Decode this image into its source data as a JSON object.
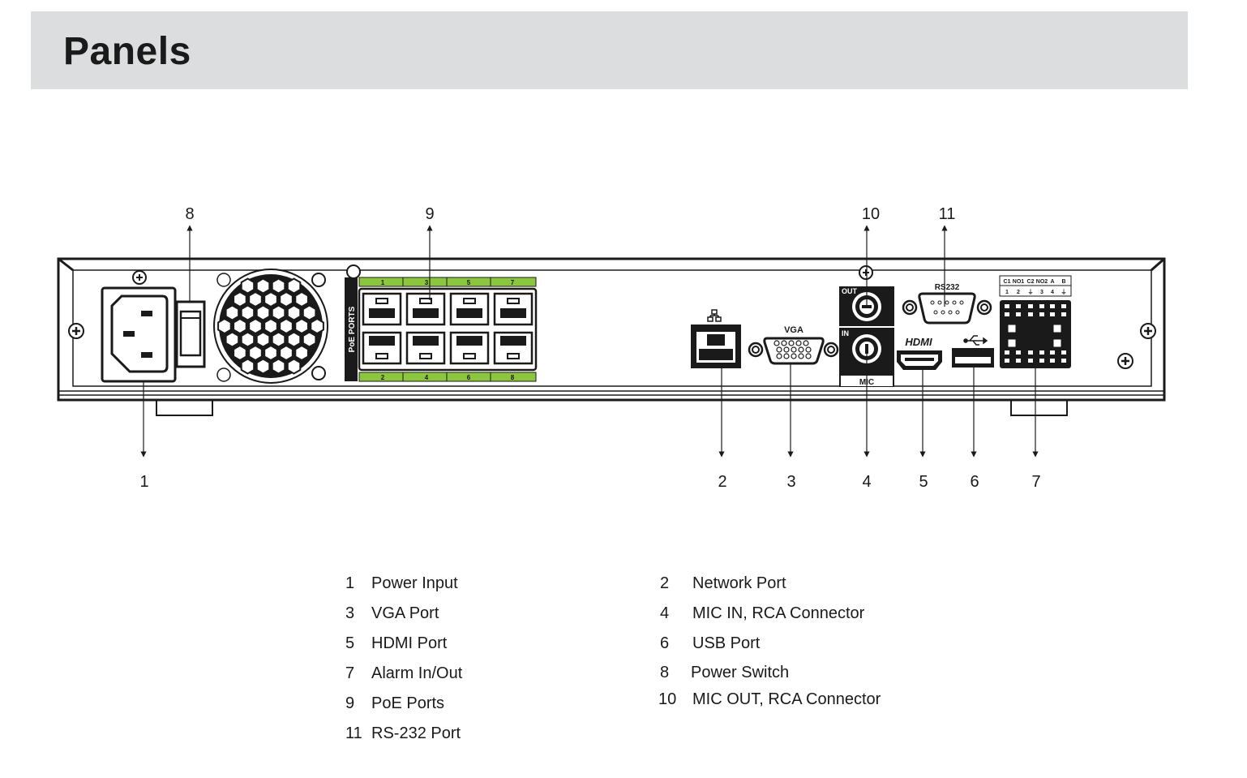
{
  "header": {
    "title": "Panels"
  },
  "callouts": {
    "c8": "8",
    "c9": "9",
    "c10": "10",
    "c11": "11",
    "c1": "1",
    "c2": "2",
    "c3": "3",
    "c4": "4",
    "c5": "5",
    "c6": "6",
    "c7": "7"
  },
  "device": {
    "poe_label": "PoE PORTS",
    "poe_top_numbers": [
      "1",
      "3",
      "5",
      "7"
    ],
    "poe_bottom_numbers": [
      "2",
      "4",
      "6",
      "8"
    ],
    "vga_label": "VGA",
    "rs232_label": "RS232",
    "mic_out_label": "OUT",
    "mic_in_label": "IN",
    "mic_label": "MIC",
    "hdmi_label": "HDMI",
    "alarm_top_labels": [
      "C1",
      "NO1",
      "C2",
      "NO2",
      "A",
      "B"
    ],
    "alarm_bottom_labels": [
      "1",
      "2",
      "⏚",
      "3",
      "4",
      "⏚"
    ],
    "poe_color": "#8cc63f"
  },
  "legend": {
    "left": [
      {
        "num": "1",
        "label": "Power Input"
      },
      {
        "num": "3",
        "label": "VGA Port"
      },
      {
        "num": "5",
        "label": "HDMI Port"
      },
      {
        "num": "7",
        "label": "Alarm In/Out"
      },
      {
        "num": "9",
        "label": "PoE Ports"
      },
      {
        "num": "11",
        "label": "RS-232 Port"
      }
    ],
    "right": [
      {
        "num": "2",
        "label": "Network Port"
      },
      {
        "num": "4",
        "label": "MIC IN, RCA Connector"
      },
      {
        "num": "6",
        "label": "USB Port"
      },
      {
        "num": "8",
        "label": "Power Switch"
      },
      {
        "num": "10",
        "label": "MIC OUT, RCA Connector"
      }
    ]
  }
}
